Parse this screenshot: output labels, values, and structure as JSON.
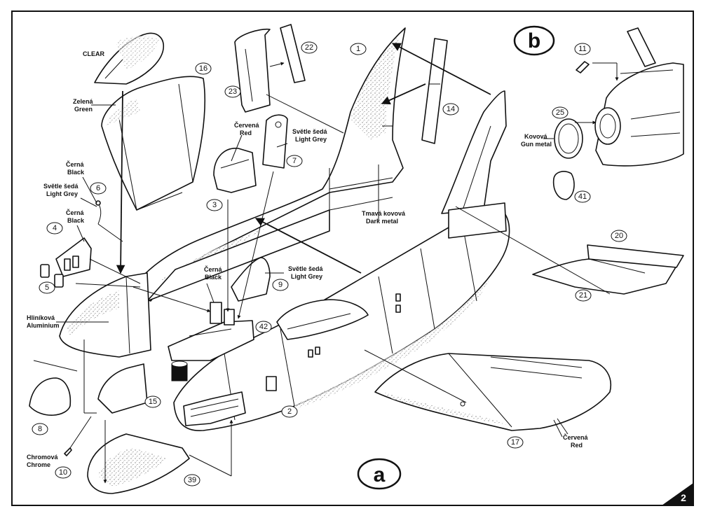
{
  "views": {
    "a": "a",
    "b": "b"
  },
  "page_number": "2",
  "parts": [
    {
      "num": "1"
    },
    {
      "num": "2"
    },
    {
      "num": "3"
    },
    {
      "num": "4"
    },
    {
      "num": "5"
    },
    {
      "num": "6"
    },
    {
      "num": "7"
    },
    {
      "num": "8"
    },
    {
      "num": "9"
    },
    {
      "num": "10"
    },
    {
      "num": "11"
    },
    {
      "num": "14"
    },
    {
      "num": "15"
    },
    {
      "num": "16"
    },
    {
      "num": "17"
    },
    {
      "num": "20"
    },
    {
      "num": "21"
    },
    {
      "num": "22"
    },
    {
      "num": "23"
    },
    {
      "num": "25"
    },
    {
      "num": "39"
    },
    {
      "num": "41"
    },
    {
      "num": "42"
    }
  ],
  "color_labels": {
    "clear": "CLEAR",
    "green_cz": "Zelená",
    "green_en": "Green",
    "black1_cz": "Černá",
    "black1_en": "Black",
    "lightgrey1_cz": "Světle šedá",
    "lightgrey1_en": "Light Grey",
    "black2_cz": "Černá",
    "black2_en": "Black",
    "red1_cz": "Červená",
    "red1_en": "Red",
    "lightgrey2_cz": "Světle šedá",
    "lightgrey2_en": "Light Grey",
    "black3_cz": "Černá",
    "black3_en": "Black",
    "lightgrey3_cz": "Světle šedá",
    "lightgrey3_en": "Light Grey",
    "aluminium_cz": "Hliníková",
    "aluminium_en": "Aluminium",
    "chrome_cz": "Chromová",
    "chrome_en": "Chrome",
    "darkmetal_cz": "Tmavá kovová",
    "darkmetal_en": "Dark metal",
    "gunmetal_cz": "Kovová",
    "gunmetal_en": "Gun metal",
    "red2_cz": "Červená",
    "red2_en": "Red"
  }
}
